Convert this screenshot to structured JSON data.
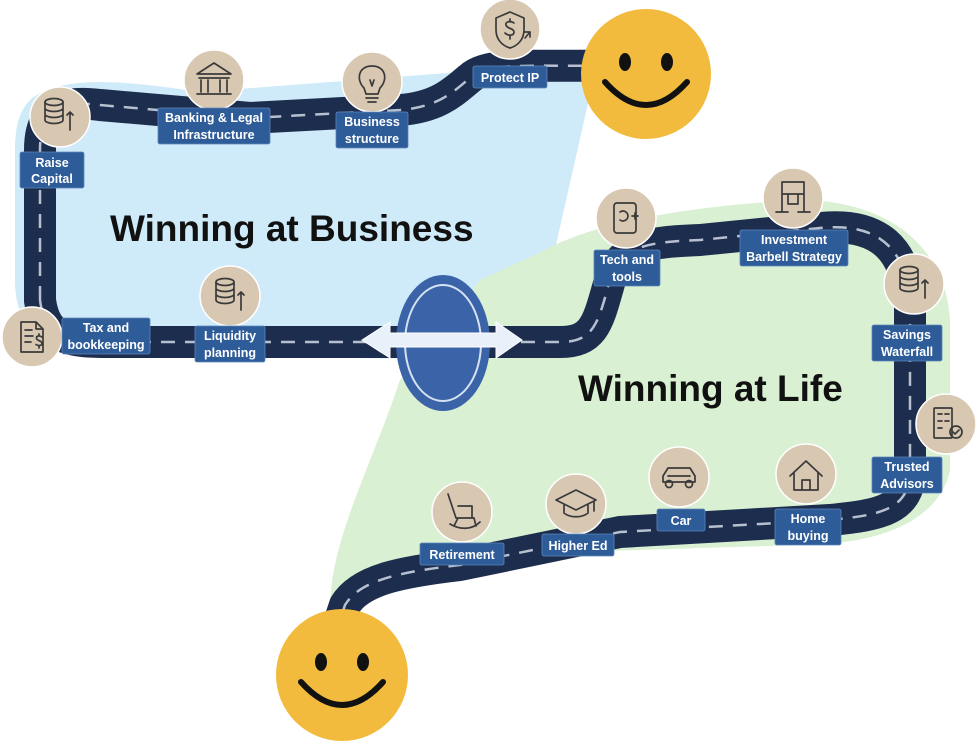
{
  "titles": {
    "business": "Winning at Business",
    "life": "Winning at Life"
  },
  "stops": {
    "raise_capital": [
      "Raise",
      "Capital"
    ],
    "banking_legal": [
      "Banking & Legal",
      "Infrastructure"
    ],
    "business_structure": [
      "Business",
      "structure"
    ],
    "protect_ip": [
      "Protect IP"
    ],
    "tax_bookkeeping": [
      "Tax and",
      "bookkeeping"
    ],
    "liquidity_planning": [
      "Liquidity",
      "planning"
    ],
    "tech_tools": [
      "Tech and",
      "tools"
    ],
    "investment_barbell": [
      "Investment",
      "Barbell Strategy"
    ],
    "savings_waterfall": [
      "Savings",
      "Waterfall"
    ],
    "trusted_advisors": [
      "Trusted",
      "Advisors"
    ],
    "home_buying": [
      "Home",
      "buying"
    ],
    "car": [
      "Car"
    ],
    "higher_ed": [
      "Higher Ed"
    ],
    "retirement": [
      "Retirement"
    ]
  },
  "colors": {
    "road": "#1c2d4e",
    "road_dash": "#b7c0cf",
    "business_area": "#cfeaf8",
    "life_area": "#d9f0d2",
    "label_box": "#2e5c99",
    "icon_circle": "#d8c8b2",
    "smiley": "#f2bb3d",
    "connector": "#3b64a8"
  }
}
